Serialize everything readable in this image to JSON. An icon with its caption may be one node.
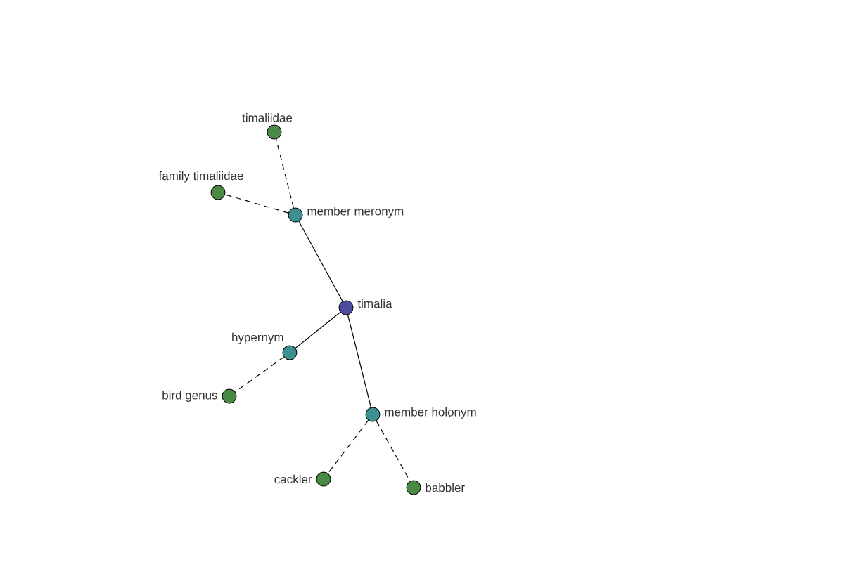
{
  "diagram": {
    "nodes": [
      {
        "text": [
          "timaliidae"
        ]
      },
      {
        "text": [
          "family timaliidae"
        ]
      },
      {
        "text": [
          "member meronym"
        ]
      },
      {
        "text": [
          "timalia"
        ]
      },
      {
        "text": [
          "hypernym"
        ]
      },
      {
        "text": [
          "bird genus"
        ]
      },
      {
        "text": [
          "member holonym"
        ]
      },
      {
        "text": [
          "cackler"
        ]
      },
      {
        "text": [
          "babbler"
        ]
      }
    ],
    "edges": [
      {
        "from": 3,
        "to": 2,
        "arrow": "none"
      },
      {
        "from": 2,
        "to": 0,
        "arrow": "none",
        "style": "dashed"
      },
      {
        "from": 2,
        "to": 1,
        "arrow": "none",
        "style": "dashed"
      },
      {
        "from": 3,
        "to": 4,
        "arrow": "none"
      },
      {
        "from": 4,
        "to": 5,
        "arrow": "none",
        "style": "dashed"
      },
      {
        "from": 3,
        "to": 6,
        "arrow": "none"
      },
      {
        "from": 6,
        "to": 7,
        "arrow": "none",
        "style": "dashed"
      },
      {
        "from": 6,
        "to": 8,
        "arrow": "none",
        "style": "dashed"
      }
    ]
  }
}
